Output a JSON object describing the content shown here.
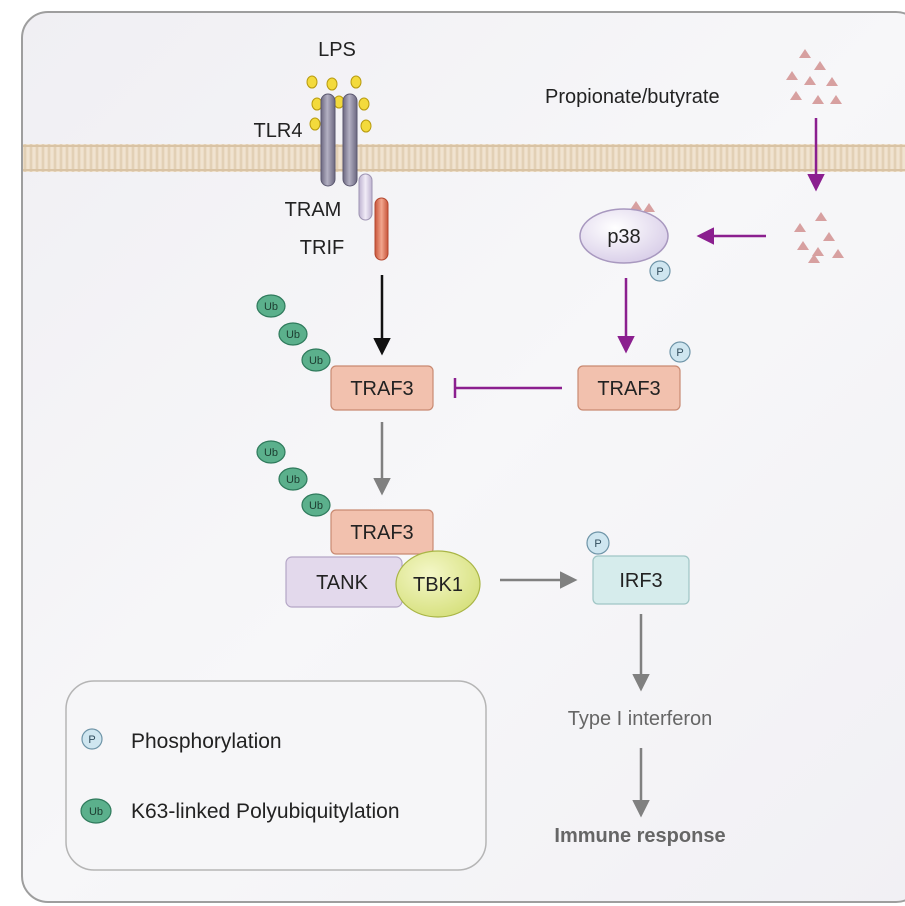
{
  "labels": {
    "lps": "LPS",
    "tlr4": "TLR4",
    "tram": "TRAM",
    "trif": "TRIF",
    "propionate_butyrate": "Propionate/butyrate",
    "p38": "p38",
    "traf3_upper": "TRAF3",
    "traf3_phospho": "TRAF3",
    "traf3_complex": "TRAF3",
    "tank": "TANK",
    "tbk1": "TBK1",
    "irf3": "IRF3",
    "type_i_interferon": "Type I interferon",
    "immune_response": "Immune response"
  },
  "badges": {
    "ub": "Ub",
    "p": "P"
  },
  "legend": {
    "phosphorylation_symbol": "P",
    "phosphorylation": "Phosphorylation",
    "ubiquitination_symbol": "Ub",
    "ubiquitination": "K63-linked Polyubiquitylation"
  },
  "colors": {
    "membrane": "#ead9c2",
    "receptor": "#8f8ba2",
    "tram": "#ddd4ea",
    "trif": "#e07a5a",
    "traf3": "#f2c1ae",
    "tank": "#e3d9ec",
    "tbk1": "#e0e89a",
    "irf3": "#d6ecec",
    "ub": "#5bb08c",
    "phospho": "#cfe6f0",
    "lps_dot": "#f3da3c",
    "scfa_triangle": "#d7a0a0",
    "inhibit_purple": "#8b1f8f",
    "arrow_grey": "#808080"
  }
}
